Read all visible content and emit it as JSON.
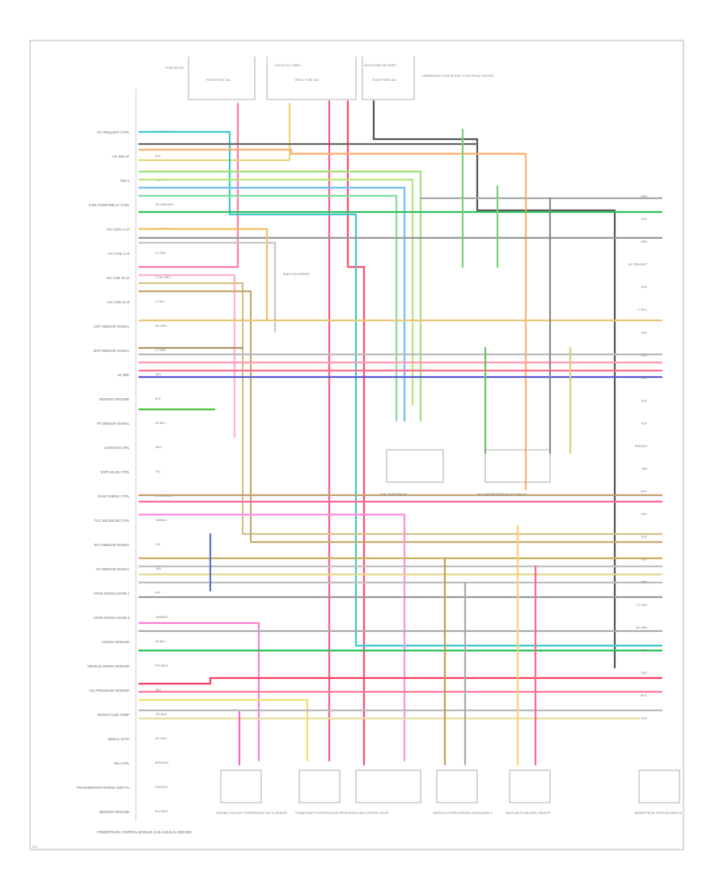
{
  "diagram": {
    "footer_mark": "FIG.",
    "ecm_caption": "POWERTRAIN CONTROL MODULE (4.3L/4.8L/5.3L ENGINE)",
    "ecm_pins_left": [
      {
        "label": "A/C REQUEST CTRL",
        "wire": "LT GRN/BLK"
      },
      {
        "label": "A/C RELAY",
        "wire": "BLK"
      },
      {
        "label": "IGN 1",
        "wire": "PNK"
      },
      {
        "label": "FUEL PUMP RELAY CTRL",
        "wire": "DK GRN/WHT"
      },
      {
        "label": "IAC COIL A LO",
        "wire": "LT GRN/BLK"
      },
      {
        "label": "IAC COIL A HI",
        "wire": "LT GRN"
      },
      {
        "label": "IAC COIL B LO",
        "wire": "LT BLU/BLK"
      },
      {
        "label": "IAC COIL B HI",
        "wire": "LT BLU"
      },
      {
        "label": "CKP SENSOR SIGNAL",
        "wire": "DK GRN"
      },
      {
        "label": "MAP SENSOR SIGNAL",
        "wire": "LT GRN"
      },
      {
        "label": "5V REF",
        "wire": "GRY"
      },
      {
        "label": "SENSOR GROUND",
        "wire": "BLK"
      },
      {
        "label": "TP SENSOR SIGNAL",
        "wire": "DK BLU"
      },
      {
        "label": "IGNITION CTRL",
        "wire": "WHT"
      },
      {
        "label": "EGR VALVE CTRL",
        "wire": "YEL"
      },
      {
        "label": "EVAP PURGE CTRL",
        "wire": "DK GRN/WHT"
      },
      {
        "label": "TCC SOLENOID CTRL",
        "wire": "TAN/BLK"
      },
      {
        "label": "ECT SENSOR SIGNAL",
        "wire": "YEL"
      },
      {
        "label": "IAT SENSOR SIGNAL",
        "wire": "TAN"
      },
      {
        "label": "HO2S SIGNAL BANK 1",
        "wire": "PPL"
      },
      {
        "label": "HO2S SIGNAL BANK 2",
        "wire": "TAN/WHT"
      },
      {
        "label": "KNOCK SENSOR",
        "wire": "DK BLU"
      },
      {
        "label": "VEHICLE SPEED SENSOR",
        "wire": "PPL/WHT"
      },
      {
        "label": "OIL PRESSURE SENSOR",
        "wire": "TAN"
      },
      {
        "label": "TRANS FLUID TEMP",
        "wire": "YEL/BLK"
      },
      {
        "label": "SERIAL DATA",
        "wire": "DK GRN"
      },
      {
        "label": "MIL CTRL",
        "wire": "BRN/WHT"
      },
      {
        "label": "TRANSMISSION RANGE SWITCH",
        "wire": "PNK/BLK"
      },
      {
        "label": "SENSOR GROUND",
        "wire": "BLK/WHT"
      }
    ],
    "top_components": [
      {
        "label": "FUSE BLOCK",
        "sub": "PCM B FUSE 10A"
      },
      {
        "label": "HOT AT ALL TIMES",
        "sub": "ENG 1 FUSE 15A"
      },
      {
        "label": "HOT IN RUN OR START",
        "sub": "ECM B FUSE 10A"
      }
    ],
    "side_note": "UNDERHOOD FUSE BLOCK / ELECTRICAL CENTER",
    "bottom_components": [
      {
        "label": "ENGINE COOLANT TEMPERATURE (ECT) SENSOR"
      },
      {
        "label": "CRANKSHAFT POSITION (CKP) SENSOR"
      },
      {
        "label": "IDLE AIR CONTROL VALVE"
      },
      {
        "label": "HEATED OXYGEN SENSOR (HO2S) BANK 1"
      },
      {
        "label": "MASS AIR FLOW (MAF) SENSOR"
      },
      {
        "label": "BRAKE PEDAL POSITION SWITCH"
      }
    ],
    "mid_components": [
      {
        "label": "FUEL PUMP RELAY"
      },
      {
        "label": "A/C COMPRESSOR CLUTCH RELAY"
      },
      {
        "label": "INJECTOR DRIVER"
      }
    ],
    "right_connector_labels": [
      "BRN",
      "BLK",
      "BRN",
      "DK GRN/WHT",
      "PNK",
      "LT BLU",
      "PNK",
      "RED",
      "PNK",
      "BLK",
      "BLK",
      "PNK/BLK",
      "TAN",
      "WHT",
      "GRY",
      "BLK",
      "BLK",
      "GRY",
      "LT GRN",
      "DK GRN",
      "PNK",
      "RED",
      "WHT",
      "BLK"
    ]
  }
}
